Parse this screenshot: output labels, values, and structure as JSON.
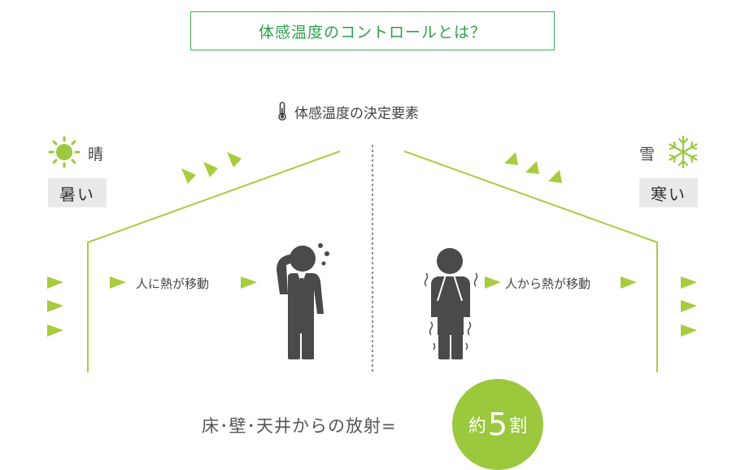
{
  "title": "体感温度のコントロールとは？",
  "subtitle": "体感温度の決定要素",
  "left": {
    "weather_label": "晴",
    "weather_icon": "sun-icon",
    "feel_label": "暑い",
    "heat_label": "人に熱が移動"
  },
  "right": {
    "weather_label": "雪",
    "weather_icon": "snowflake-icon",
    "feel_label": "寒い",
    "heat_label": "人から熱が移動"
  },
  "bottom": {
    "text": "床･壁･天井からの放射=",
    "badge_prefix": "約",
    "badge_number": "5",
    "badge_suffix": "割"
  },
  "colors": {
    "accent_green": "#9bc83c",
    "title_green": "#2f9e4f",
    "figure_gray": "#4a4a4a",
    "label_bg": "#e9e9e9"
  }
}
